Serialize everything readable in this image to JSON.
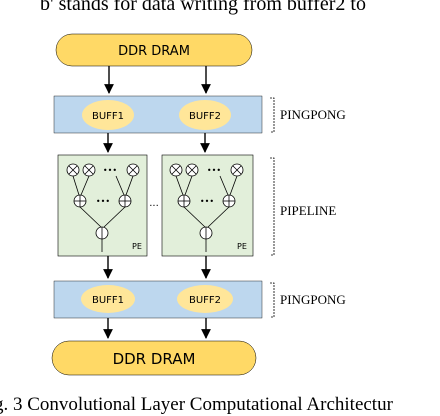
{
  "top_text": "b' stands for data writing from buffer2 to",
  "caption": "g. 3 Convolutional Layer Computational Architectur",
  "diagram": {
    "ddr_top": "DDR DRAM",
    "ddr_bottom": "DDR DRAM",
    "buffer_top": {
      "left": "BUFF1",
      "right": "BUFF2"
    },
    "buffer_bottom": {
      "left": "BUFF1",
      "right": "BUFF2"
    },
    "pe_label": "PE",
    "ellipsis_mult": "•••",
    "ellipsis_add": "•••",
    "ellipsis_between": "...",
    "label_pingpong_top": "PINGPONG",
    "label_pipeline": "PIPELINE",
    "label_pingpong_bottom": "PINGPONG"
  },
  "colors": {
    "ddr_fill": "#ffd966",
    "buffer_band": "#bdd7ee",
    "buffer_ellipse": "#ffe699",
    "pe_fill": "#e2efda",
    "line": "#000000"
  }
}
